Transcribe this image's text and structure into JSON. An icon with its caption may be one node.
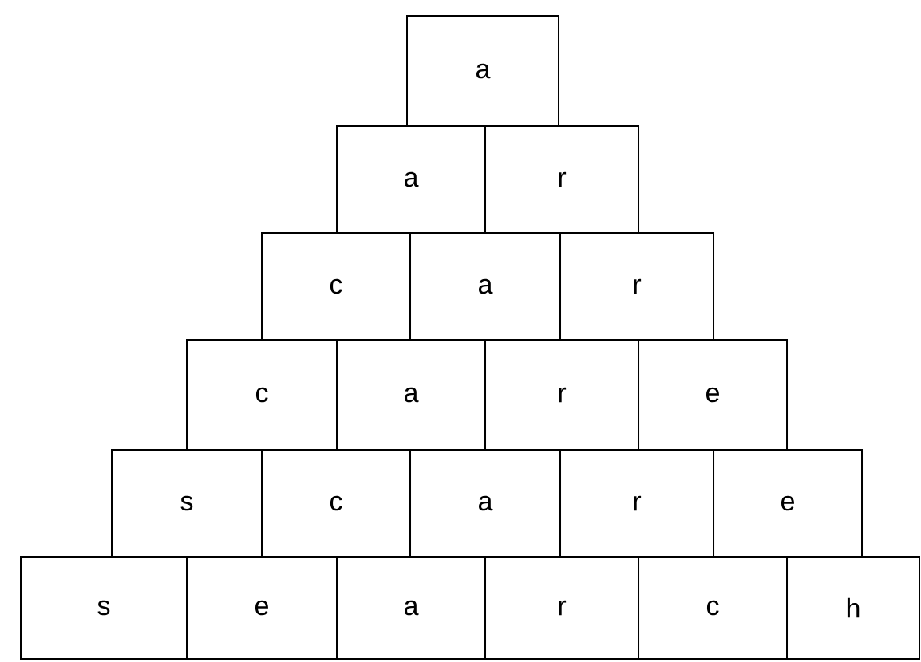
{
  "diagram": {
    "nodes": [
      {
        "text": [
          "a"
        ]
      },
      {
        "text": [
          "a"
        ]
      },
      {
        "text": [
          "r"
        ]
      },
      {
        "text": [
          "c"
        ]
      },
      {
        "text": [
          "a"
        ]
      },
      {
        "text": [
          "r"
        ]
      },
      {
        "text": [
          "c"
        ]
      },
      {
        "text": [
          "a"
        ]
      },
      {
        "text": [
          "r"
        ]
      },
      {
        "text": [
          "e"
        ]
      },
      {
        "text": [
          "s"
        ]
      },
      {
        "text": [
          "c"
        ]
      },
      {
        "text": [
          "a"
        ]
      },
      {
        "text": [
          "r"
        ]
      },
      {
        "text": [
          "e"
        ]
      },
      {
        "text": [
          "s"
        ]
      },
      {
        "text": [
          "e"
        ]
      },
      {
        "text": [
          "a"
        ]
      },
      {
        "text": [
          "r"
        ]
      },
      {
        "text": [
          "c"
        ]
      },
      {
        "text": [
          "h"
        ]
      }
    ]
  }
}
